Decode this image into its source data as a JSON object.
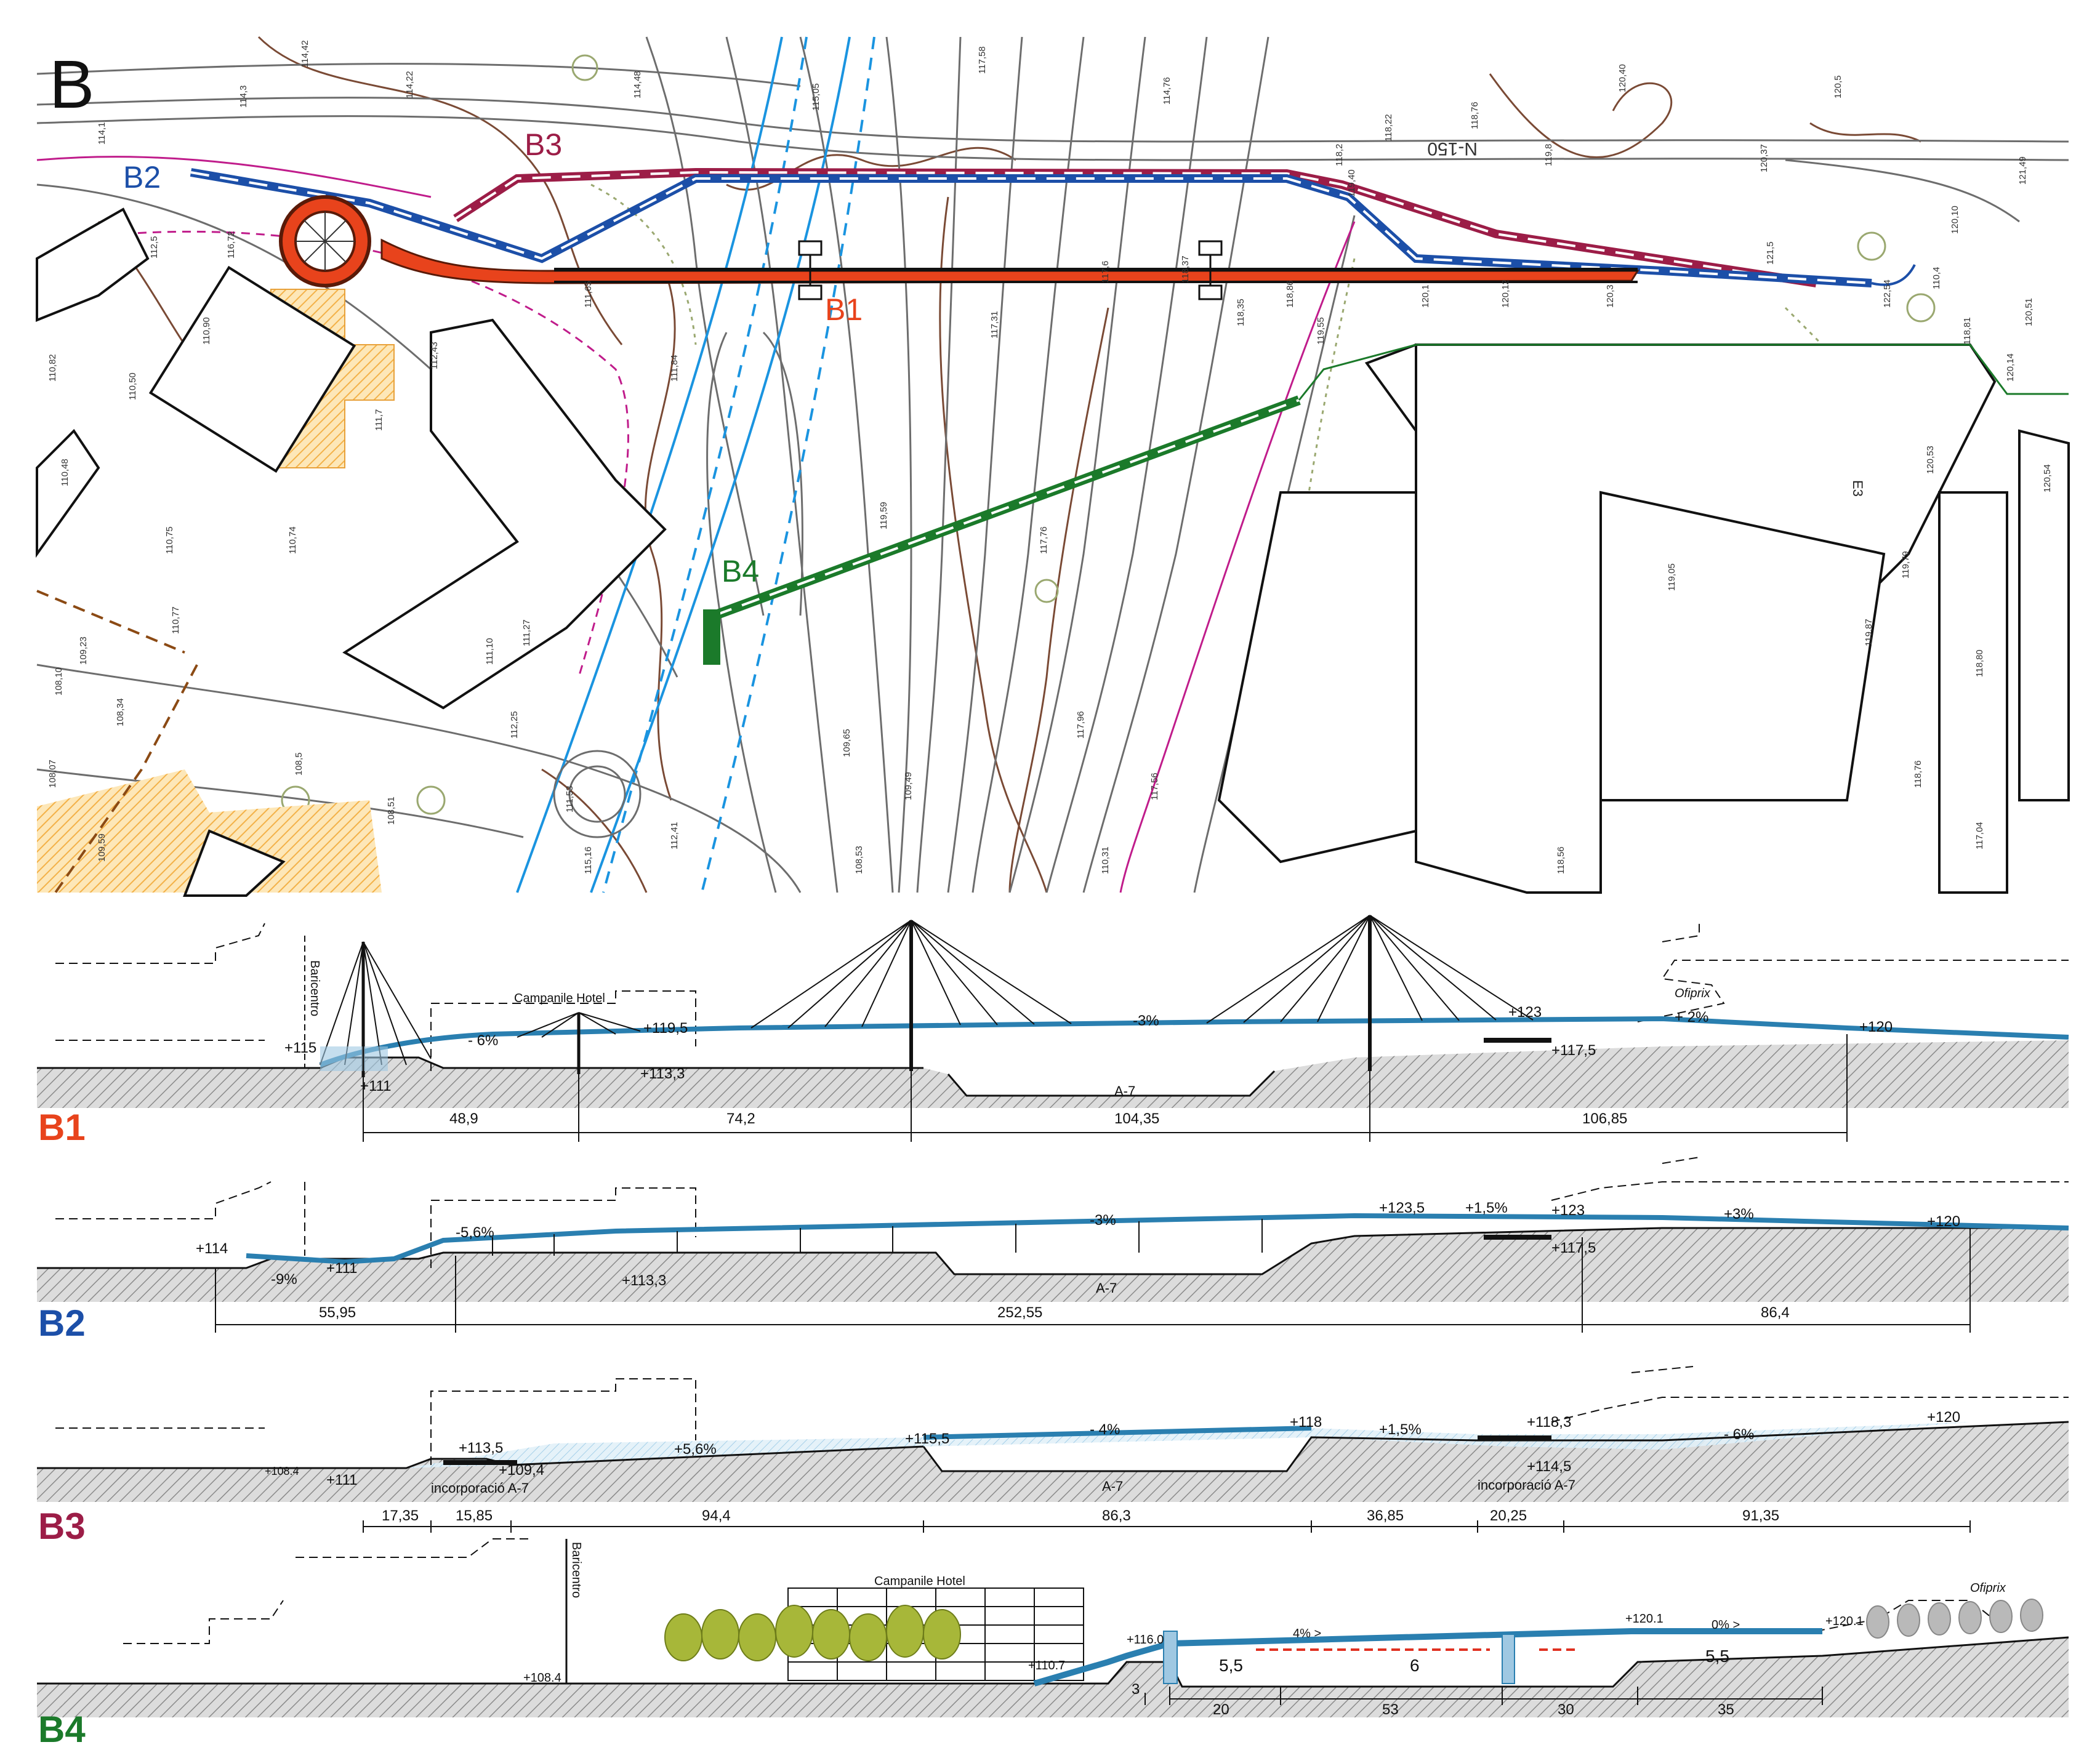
{
  "plan": {
    "letter": "B",
    "route_labels": [
      {
        "id": "b1",
        "text": "B1",
        "color": "#e8431c"
      },
      {
        "id": "b2",
        "text": "B2",
        "color": "#1c4fa8"
      },
      {
        "id": "b3",
        "text": "B3",
        "color": "#9c1d47"
      },
      {
        "id": "b4",
        "text": "B4",
        "color": "#1b7a2a"
      }
    ],
    "road_label": "N-150",
    "elevations": [
      "114,1",
      "114,3",
      "114,48",
      "114,22",
      "114,42",
      "114,76",
      "115,05",
      "116,72",
      "112,5",
      "112,43",
      "117,58",
      "118,2",
      "119,8",
      "118,76",
      "118,22",
      "120,3",
      "120,37",
      "120,5",
      "120,40",
      "121,49",
      "121,5",
      "122,54",
      "117,6",
      "118,37",
      "118,86",
      "119,40",
      "120,1",
      "120,12",
      "120,54",
      "120,53",
      "117,31",
      "118,35",
      "119,55",
      "118,81",
      "120,51",
      "120,14",
      "119,79",
      "118,80",
      "118,76",
      "119,87",
      "117,04",
      "119,05",
      "118,56",
      "117,56",
      "117,96",
      "117,76",
      "119,59",
      "111,65",
      "110,82",
      "110,50",
      "110,90",
      "110,48",
      "110,75",
      "110,74",
      "110,77",
      "108,10",
      "108,34",
      "108,07",
      "109,23",
      "111,7",
      "109,59",
      "111,84",
      "109,49",
      "108,5",
      "108,51",
      "111,27",
      "111,53",
      "111,10",
      "115,16",
      "112,25",
      "109,65",
      "108,53",
      "110,31",
      "112,41",
      "120,10",
      "110,4"
    ],
    "building_tag": "E3"
  },
  "sections": [
    {
      "name": "B1",
      "color": "#e8431c",
      "labels": [
        "Baricentro",
        "Campanile Hotel",
        "Ofiprix",
        "A-7"
      ],
      "levels": [
        "+115",
        "+111",
        "+119,5",
        "+113,3",
        "+123",
        "+117,5",
        "+120"
      ],
      "slopes": [
        "- 6%",
        "-3%",
        "+ 2%"
      ],
      "dims": [
        "48,9",
        "74,2",
        "104,35",
        "106,85"
      ]
    },
    {
      "name": "B2",
      "color": "#1c4fa8",
      "labels": [
        "A-7"
      ],
      "levels": [
        "+114",
        "+111",
        "+113,3",
        "+123,5",
        "+123",
        "+117,5",
        "+120"
      ],
      "slopes": [
        "-9%",
        "-5,6%",
        "-3%",
        "+1,5%",
        "+3%"
      ],
      "dims": [
        "55,95",
        "252,55",
        "86,4"
      ]
    },
    {
      "name": "B3",
      "color": "#9c1d47",
      "labels": [
        "incorporació A-7",
        "A-7",
        "incorporació A-7"
      ],
      "levels": [
        "+108.4",
        "+111",
        "+113,5",
        "+109,4",
        "+115,5",
        "+118",
        "+118,3",
        "+114,5",
        "+120"
      ],
      "slopes": [
        "+5,6%",
        "- 4%",
        "+1,5%",
        "- 6%"
      ],
      "dims": [
        "17,35",
        "15,85",
        "94,4",
        "86,3",
        "36,85",
        "20,25",
        "91,35"
      ]
    },
    {
      "name": "B4",
      "color": "#1b7a2a",
      "labels": [
        "Baricentro",
        "Campanile Hotel",
        "Ofiprix"
      ],
      "levels": [
        "+108.4",
        "+110.7",
        "+116.0",
        "+120.1",
        "+120.1"
      ],
      "slopes": [
        "4% >",
        "0% >"
      ],
      "dims": [
        "3",
        "20",
        "53",
        "30",
        "35"
      ],
      "inner_dims": [
        "5,5",
        "6",
        "5,5"
      ]
    }
  ]
}
